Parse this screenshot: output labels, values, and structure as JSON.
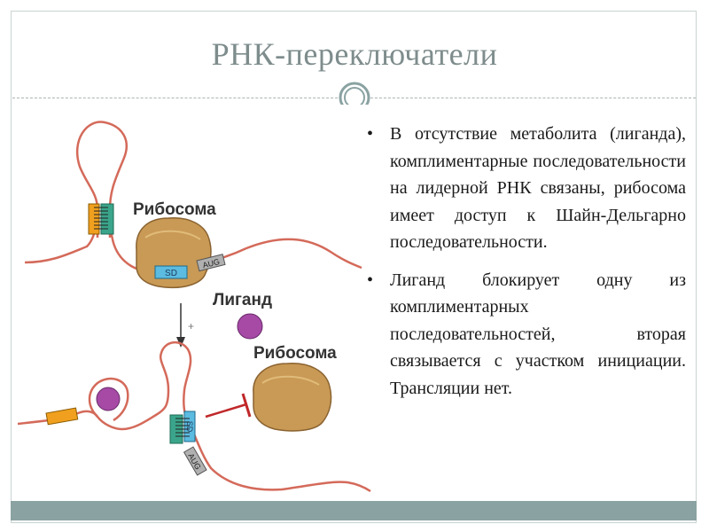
{
  "slide": {
    "title": "РНК-переключатели",
    "bullets": [
      "В отсутствие метаболита (лиганда), комплиментарные последовательности на лидерной РНК связаны, рибосома имеет доступ к Шайн-Дельгарно последовательности.",
      "Лиганд блокирует одну из комплиментарных последовательностей, вторая связывается с участком инициации. Трансляции нет."
    ],
    "bullet_symbol": "•"
  },
  "figure": {
    "label_ribosome_top": "Рибосома",
    "label_ligand": "Лиганд",
    "label_ribosome_bottom": "Рибосома",
    "sd_top": "SD",
    "aug_top": "AUG",
    "sd_bottom": "SD",
    "aug_bottom": "AUG",
    "plus_sign": "+"
  },
  "colors": {
    "title": "#7e8c8c",
    "rna_line": "#d46a5a",
    "ribosome": "#c99a55",
    "ligand": "#a64aa6",
    "stem_green": "#3aa58b",
    "stem_orange": "#f0a01e",
    "sd_box": "#5bbbe0",
    "aug_box": "#a0a0a0",
    "band": "#8aa2a2"
  }
}
